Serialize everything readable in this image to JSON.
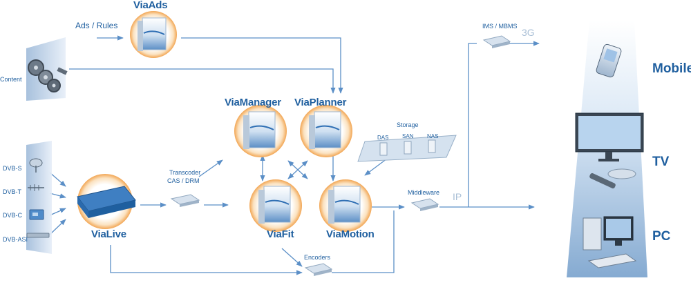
{
  "products": {
    "viaads": "ViaAds",
    "viamanager": "ViaManager",
    "viaplanner": "ViaPlanner",
    "vialive": "ViaLive",
    "viafit": "ViaFit",
    "viamotion": "ViaMotion"
  },
  "inputs": {
    "ads_rules": "Ads / Rules",
    "content": "Content",
    "dvb_s": "DVB-S",
    "dvb_t": "DVB-T",
    "dvb_c": "DVB-C",
    "dvb_asi": "DVB-ASI"
  },
  "nodes": {
    "transcoder_line1": "Transcoder",
    "transcoder_line2": "CAS / DRM",
    "storage": "Storage",
    "das": "DAS",
    "san": "SAN",
    "nas": "NAS",
    "middleware": "Middleware",
    "encoders": "Encoders",
    "ims_mbms": "IMS / MBMS",
    "net_3g": "3G",
    "net_ip": "IP"
  },
  "devices": {
    "mobile": "Mobile",
    "tv": "TV",
    "pc": "PC"
  },
  "icons": [
    "product-box-icon",
    "film-reels-icon",
    "satellite-dish-icon",
    "antenna-icon",
    "set-top-box-icon",
    "server-icon",
    "network-device-icon",
    "storage-rack-icon",
    "smartphone-icon",
    "flat-tv-icon",
    "remote-control-icon",
    "desktop-pc-icon",
    "keyboard-icon"
  ],
  "colors": {
    "accent": "#1f5f9f",
    "line": "#5b8fc7",
    "halo": "#f2a654"
  }
}
